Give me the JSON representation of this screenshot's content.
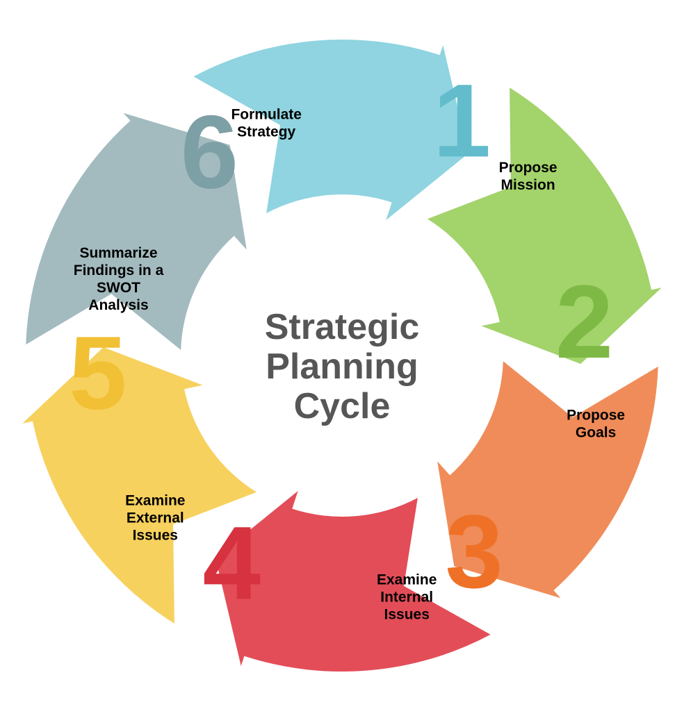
{
  "diagram": {
    "title": "Strategic Planning Cycle",
    "title_color": "#565656",
    "title_lines": [
      "Strategic",
      "Planning",
      "Cycle"
    ],
    "background_color": "#ffffff",
    "hub_color": "#ffffff",
    "type": "circular-cycle-arrows",
    "step_count": 6,
    "direction": "clockwise",
    "steps": [
      {
        "number": "1",
        "label_lines": [
          "Formulate",
          "Strategy"
        ],
        "label_full": "Formulate Strategy",
        "color": "#8FD4E0",
        "number_color": "#63BCCC"
      },
      {
        "number": "2",
        "label_lines": [
          "Propose",
          "Mission"
        ],
        "label_full": "Propose Mission",
        "color": "#A3D36B",
        "number_color": "#7FB945"
      },
      {
        "number": "3",
        "label_lines": [
          "Propose",
          "Goals"
        ],
        "label_full": "Propose Goals",
        "color": "#F08C59",
        "number_color": "#EF7127"
      },
      {
        "number": "4",
        "label_lines": [
          "Examine",
          "Internal",
          "Issues"
        ],
        "label_full": "Examine Internal Issues",
        "color": "#E34D58",
        "number_color": "#D6323F"
      },
      {
        "number": "5",
        "label_lines": [
          "Examine",
          "External",
          "Issues"
        ],
        "label_full": "Examine External Issues",
        "color": "#F7D15E",
        "number_color": "#F2C035"
      },
      {
        "number": "6",
        "label_lines": [
          "Summarize",
          "Findings in a",
          "SWOT",
          "Analysis"
        ],
        "label_full": "Summarize Findings in a SWOT Analysis",
        "color": "#A3BBBF",
        "number_color": "#7DA0A6"
      }
    ]
  }
}
